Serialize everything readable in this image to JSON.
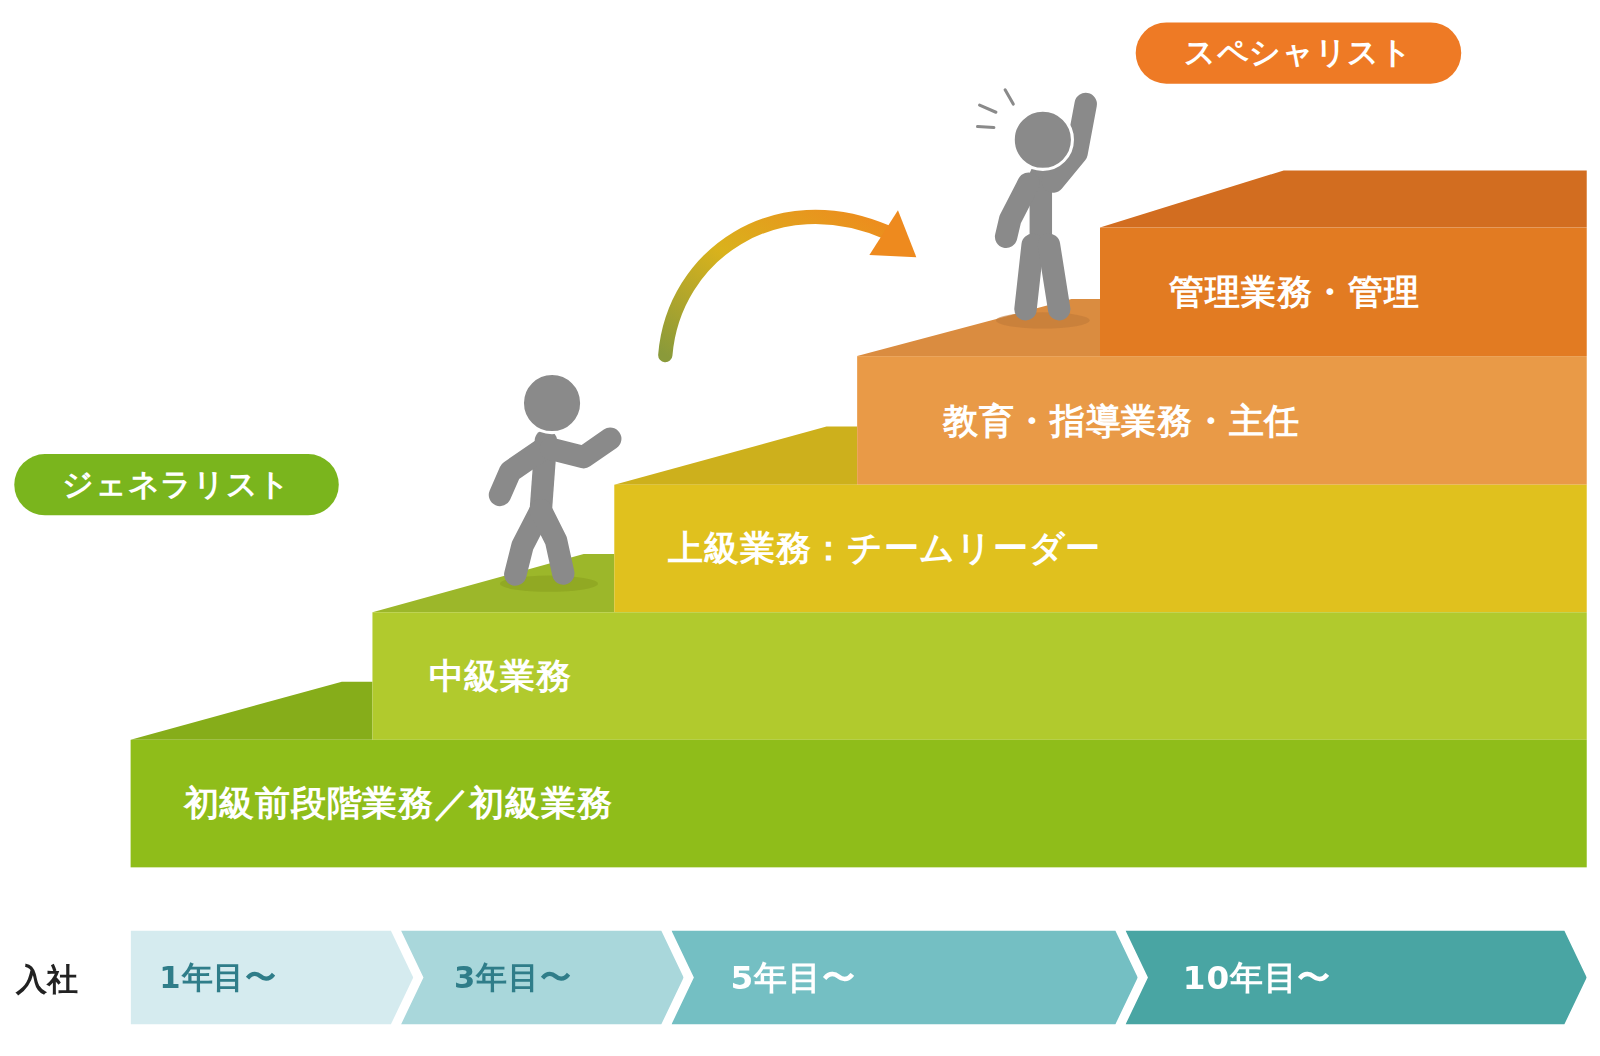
{
  "diagram": {
    "nodes": [
      {
        "text": [
          "スペシャリスト"
        ]
      },
      {
        "text": [
          "管理業務・管理"
        ]
      },
      {
        "text": [
          "教育・指導業務・主任"
        ]
      },
      {
        "text": [
          "ジェネラリスト"
        ]
      },
      {
        "text": [
          "上級業務：チームリーダー"
        ]
      },
      {
        "text": [
          "中級業務"
        ]
      },
      {
        "text": [
          "初級前段階業務／初級業務"
        ]
      },
      {
        "text": [
          "1年目〜"
        ]
      },
      {
        "text": [
          "3年目〜"
        ]
      },
      {
        "text": [
          "5年目〜"
        ]
      },
      {
        "text": [
          "10年目〜"
        ]
      }
    ],
    "labels": [
      "入社"
    ]
  }
}
